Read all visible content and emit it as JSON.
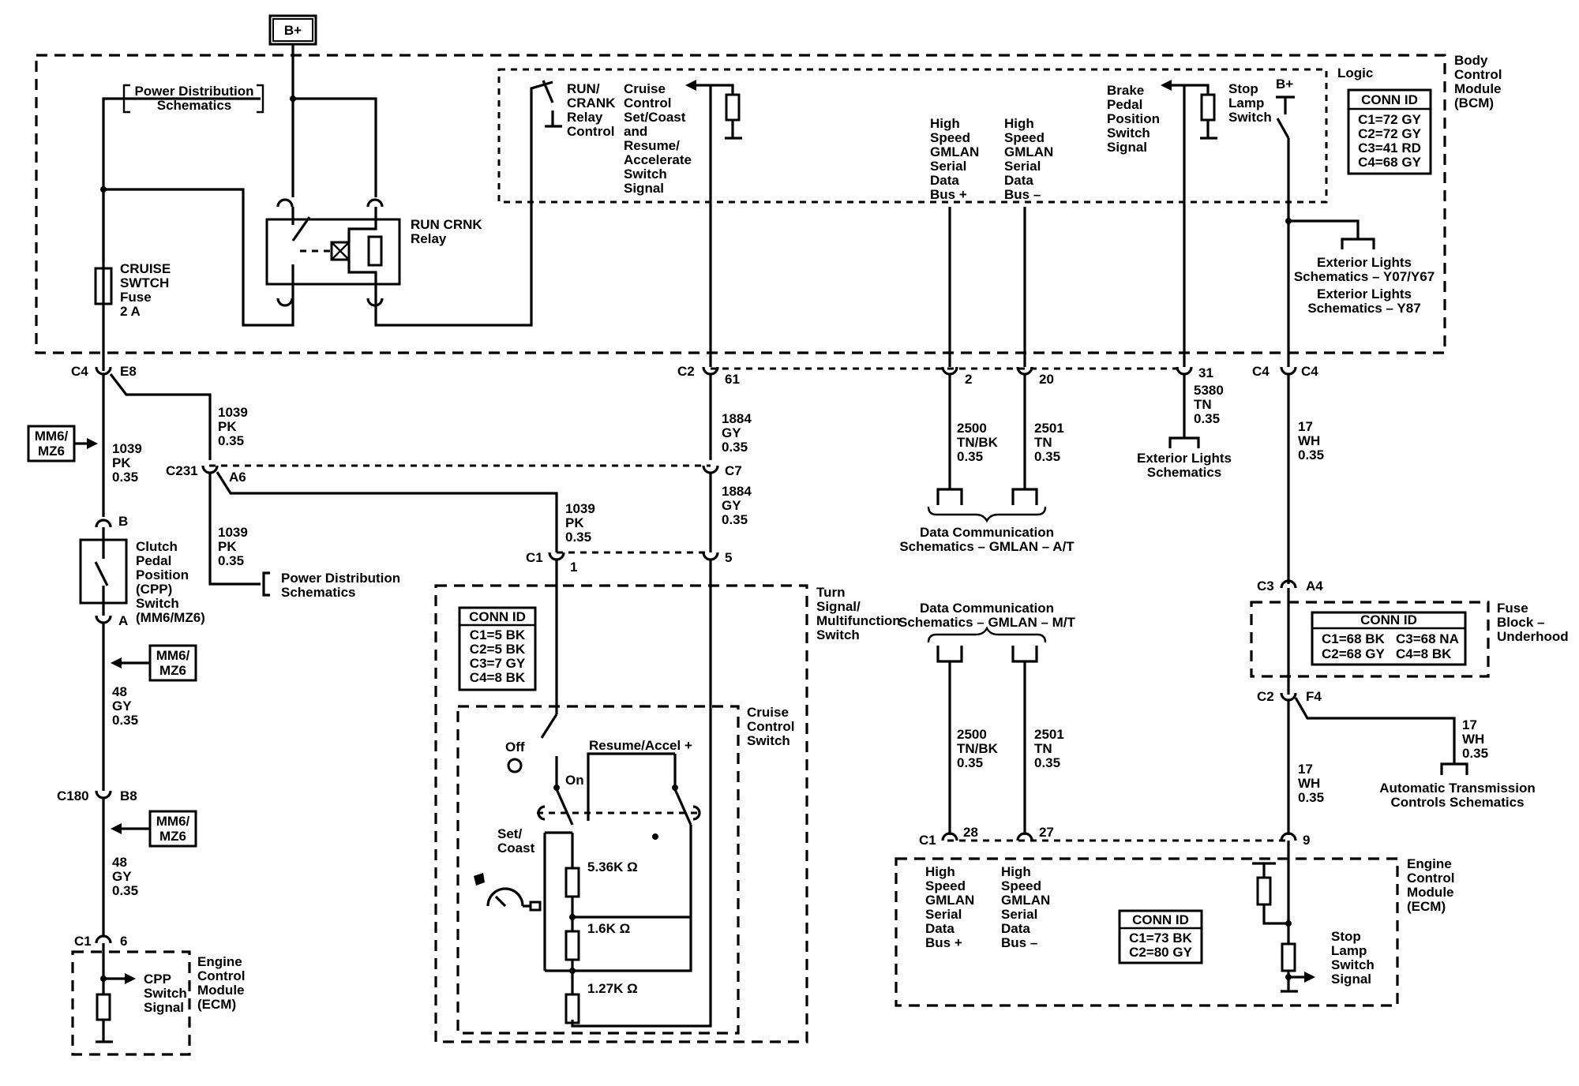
{
  "power": {
    "bplus": "B+"
  },
  "bcm": {
    "name": [
      "Body",
      "Control",
      "Module",
      "(BCM)"
    ],
    "logic": "Logic",
    "conn_title": "CONN ID",
    "conn": [
      "C1=72 GY",
      "C2=72 GY",
      "C3=41 RD",
      "C4=68 GY"
    ],
    "pds_ref": [
      "Power Distribution",
      "Schematics"
    ],
    "fuse": [
      "CRUISE",
      "SWTCH",
      "Fuse",
      "2 A"
    ],
    "relay": [
      "RUN CRNK",
      "Relay"
    ],
    "relay_ctrl": [
      "RUN/",
      "CRANK",
      "Relay",
      "Control"
    ],
    "cruise_signal": [
      "Cruise",
      "Control",
      "Set/Coast",
      "and",
      "Resume/",
      "Accelerate",
      "Switch",
      "Signal"
    ],
    "hs_plus": [
      "High",
      "Speed",
      "GMLAN",
      "Serial",
      "Data",
      "Bus +"
    ],
    "hs_minus": [
      "High",
      "Speed",
      "GMLAN",
      "Serial",
      "Data",
      "Bus –"
    ],
    "brake_signal": [
      "Brake",
      "Pedal",
      "Position",
      "Switch",
      "Signal"
    ],
    "stop_lamp": [
      "Stop",
      "Lamp",
      "Switch"
    ],
    "stop_bplus": "B+",
    "ext_lights_1": [
      "Exterior Lights",
      "Schematics – Y07/Y67"
    ],
    "ext_lights_2": [
      "Exterior Lights",
      "Schematics – Y87"
    ]
  },
  "connectors": {
    "c4": "C4",
    "e8": "E8",
    "c2": "C2",
    "p61": "61",
    "p2": "2",
    "p20": "20",
    "p31": "31",
    "c4r": "C4",
    "c4r2": "C4",
    "c231": "C231",
    "a6": "A6",
    "c7": "C7",
    "c1a": "C1",
    "p1": "1",
    "p5": "5",
    "b": "B",
    "a": "A",
    "c180": "C180",
    "b8": "B8",
    "c1e": "C1",
    "p6": "6",
    "c3": "C3",
    "a4": "A4",
    "c2f": "C2",
    "f4": "F4",
    "c1ecm": "C1",
    "p28": "28",
    "p27": "27",
    "p9": "9"
  },
  "wires": {
    "w1039_a": [
      "1039",
      "PK",
      "0.35"
    ],
    "w1039_b": [
      "1039",
      "PK",
      "0.35"
    ],
    "w1039_c": [
      "1039",
      "PK",
      "0.35"
    ],
    "w1039_d": [
      "1039",
      "PK",
      "0.35"
    ],
    "w1884_a": [
      "1884",
      "GY",
      "0.35"
    ],
    "w1884_b": [
      "1884",
      "GY",
      "0.35"
    ],
    "w2500_a": [
      "2500",
      "TN/BK",
      "0.35"
    ],
    "w2501_a": [
      "2501",
      "TN",
      "0.35"
    ],
    "w5380": [
      "5380",
      "TN",
      "0.35"
    ],
    "w17_a": [
      "17",
      "WH",
      "0.35"
    ],
    "w48_a": [
      "48",
      "GY",
      "0.35"
    ],
    "w48_b": [
      "48",
      "GY",
      "0.35"
    ],
    "w2500_b": [
      "2500",
      "TN/BK",
      "0.35"
    ],
    "w2501_b": [
      "2501",
      "TN",
      "0.35"
    ],
    "w17_b": [
      "17",
      "WH",
      "0.35"
    ],
    "w17_c": [
      "17",
      "WH",
      "0.35"
    ]
  },
  "options": {
    "mm6_1": [
      "MM6/",
      "MZ6"
    ],
    "mm6_2": [
      "MM6/",
      "MZ6"
    ],
    "mm6_3": [
      "MM6/",
      "MZ6"
    ]
  },
  "clutch": [
    "Clutch",
    "Pedal",
    "Position",
    "(CPP)",
    "Switch",
    "(MM6/MZ6)"
  ],
  "pds_ref2": [
    "Power Distribution",
    "Schematics"
  ],
  "ext_lights_ref": [
    "Exterior Lights",
    "Schematics"
  ],
  "datacomm_at": [
    "Data Communication",
    "Schematics – GMLAN – A/T"
  ],
  "datacomm_mt": [
    "Data Communication",
    "Schematics – GMLAN – M/T"
  ],
  "turn_signal": {
    "name": [
      "Turn",
      "Signal/",
      "Multifunction",
      "Switch"
    ],
    "conn_title": "CONN ID",
    "conn": [
      "C1=5 BK",
      "C2=5 BK",
      "C3=7 GY",
      "C4=8 BK"
    ]
  },
  "cruise_switch": {
    "name": [
      "Cruise",
      "Control",
      "Switch"
    ],
    "off": "Off",
    "on": "On",
    "resume": "Resume/Accel +",
    "set": [
      "Set/",
      "Coast"
    ],
    "r1": "5.36K Ω",
    "r2": "1.6K Ω",
    "r3": "1.27K Ω"
  },
  "ecm_left": {
    "name": [
      "Engine",
      "Control",
      "Module",
      "(ECM)"
    ],
    "signal": [
      "CPP",
      "Switch",
      "Signal"
    ]
  },
  "fuse_block": {
    "name": [
      "Fuse",
      "Block –",
      "Underhood"
    ],
    "conn_title": "CONN ID",
    "conn_row1": [
      "C1=68 BK",
      "C3=68 NA"
    ],
    "conn_row2": [
      "C2=68 GY",
      "C4=8 BK"
    ]
  },
  "atc_ref": [
    "Automatic Transmission",
    "Controls Schematics"
  ],
  "ecm_right": {
    "name": [
      "Engine",
      "Control",
      "Module",
      "(ECM)"
    ],
    "hs_plus": [
      "High",
      "Speed",
      "GMLAN",
      "Serial",
      "Data",
      "Bus +"
    ],
    "hs_minus": [
      "High",
      "Speed",
      "GMLAN",
      "Serial",
      "Data",
      "Bus –"
    ],
    "conn_title": "CONN ID",
    "conn": [
      "C1=73 BK",
      "C2=80 GY"
    ],
    "stop_signal": [
      "Stop",
      "Lamp",
      "Switch",
      "Signal"
    ]
  }
}
